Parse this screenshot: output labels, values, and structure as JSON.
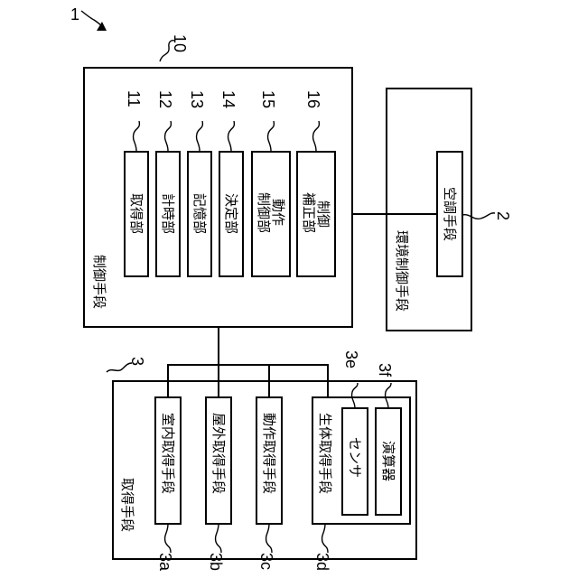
{
  "figure": {
    "system_ref": "1",
    "control": {
      "ref": "10",
      "label": "制御手段",
      "units": [
        {
          "ref": "11",
          "lines": [
            "取得部"
          ]
        },
        {
          "ref": "12",
          "lines": [
            "計時部"
          ]
        },
        {
          "ref": "13",
          "lines": [
            "記憶部"
          ]
        },
        {
          "ref": "14",
          "lines": [
            "決定部"
          ]
        },
        {
          "ref": "15",
          "lines": [
            "動作",
            "制御部"
          ]
        },
        {
          "ref": "16",
          "lines": [
            "制御",
            "補正部"
          ]
        }
      ]
    },
    "environment": {
      "label": "環境制御手段",
      "unit": {
        "ref": "2",
        "label": "空調手段"
      }
    },
    "acquisition": {
      "ref": "3",
      "label": "取得手段",
      "units": [
        {
          "ref": "3a",
          "label": "室内取得手段"
        },
        {
          "ref": "3b",
          "label": "屋外取得手段"
        },
        {
          "ref": "3c",
          "label": "動作取得手段"
        },
        {
          "ref": "3d",
          "label": "生体取得手段"
        }
      ],
      "sensors": [
        {
          "ref": "3e",
          "label": "センサ"
        },
        {
          "ref": "3f",
          "label": "演算器"
        }
      ]
    }
  }
}
